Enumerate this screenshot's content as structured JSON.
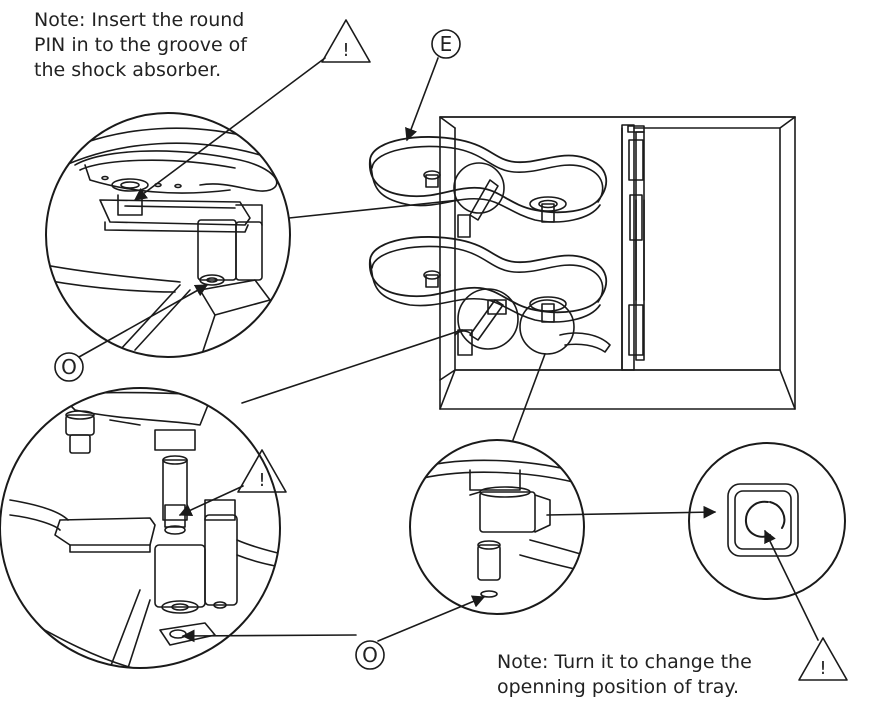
{
  "notes": {
    "top": "Note: Insert the round\nPIN in to the groove of\nthe shock  absorber.",
    "bottom": "Note: Turn it to change the\nopenning position of tray."
  },
  "labels": {
    "part_e": "E",
    "part_o": "O",
    "warning": "!"
  },
  "colors": {
    "line": "#1a1a1a",
    "text": "#222222"
  }
}
